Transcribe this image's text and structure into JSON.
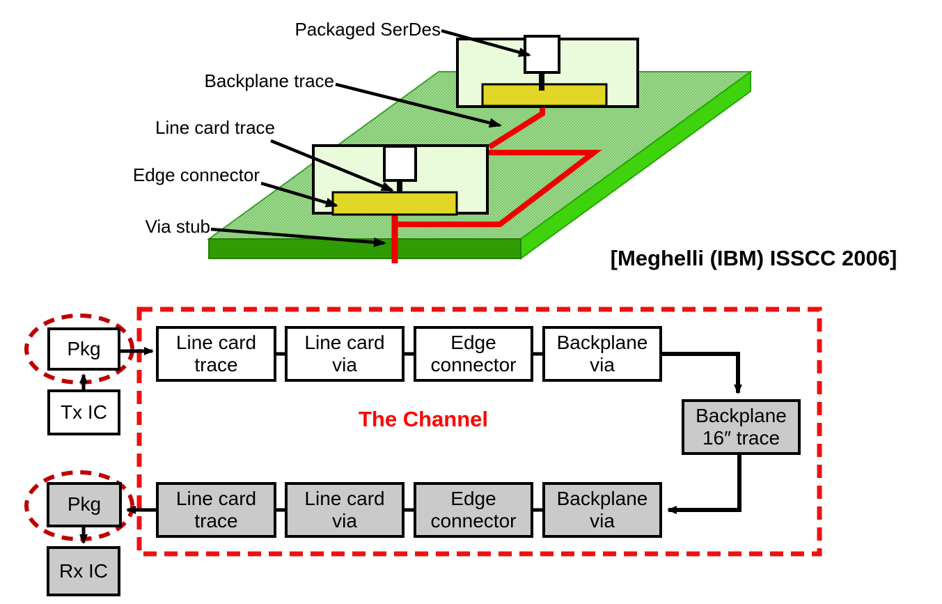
{
  "illustration": {
    "labels": {
      "packaged_serdes": "Packaged SerDes",
      "backplane_trace": "Backplane trace",
      "line_card_trace": "Line card trace",
      "edge_connector": "Edge connector",
      "via_stub": "Via stub"
    },
    "citation": "[Meghelli (IBM) ISSCC 2006]",
    "colors": {
      "board_top_light": "#a3da94",
      "board_top_dark": "#7cc76b",
      "board_front": "#2f9c04",
      "board_side": "#3ed30c",
      "line_card": "#eafbdc",
      "edge_connector": "#e2d626",
      "trace_red": "#ee0000"
    }
  },
  "diagram": {
    "title": "The Channel",
    "title_color": "#ff0000",
    "boundary_color": "#ee1111",
    "ellipse_color": "#c00000",
    "tx_pkg": "Pkg",
    "tx_ic": "Tx IC",
    "rx_pkg": "Pkg",
    "rx_ic": "Rx IC",
    "top_row": [
      "Line card\ntrace",
      "Line card\nvia",
      "Edge\nconnector",
      "Backplane\nvia"
    ],
    "mid_box": "Backplane\n16″ trace",
    "bottom_row": [
      "Line card\ntrace",
      "Line card\nvia",
      "Edge\nconnector",
      "Backplane\nvia"
    ]
  }
}
